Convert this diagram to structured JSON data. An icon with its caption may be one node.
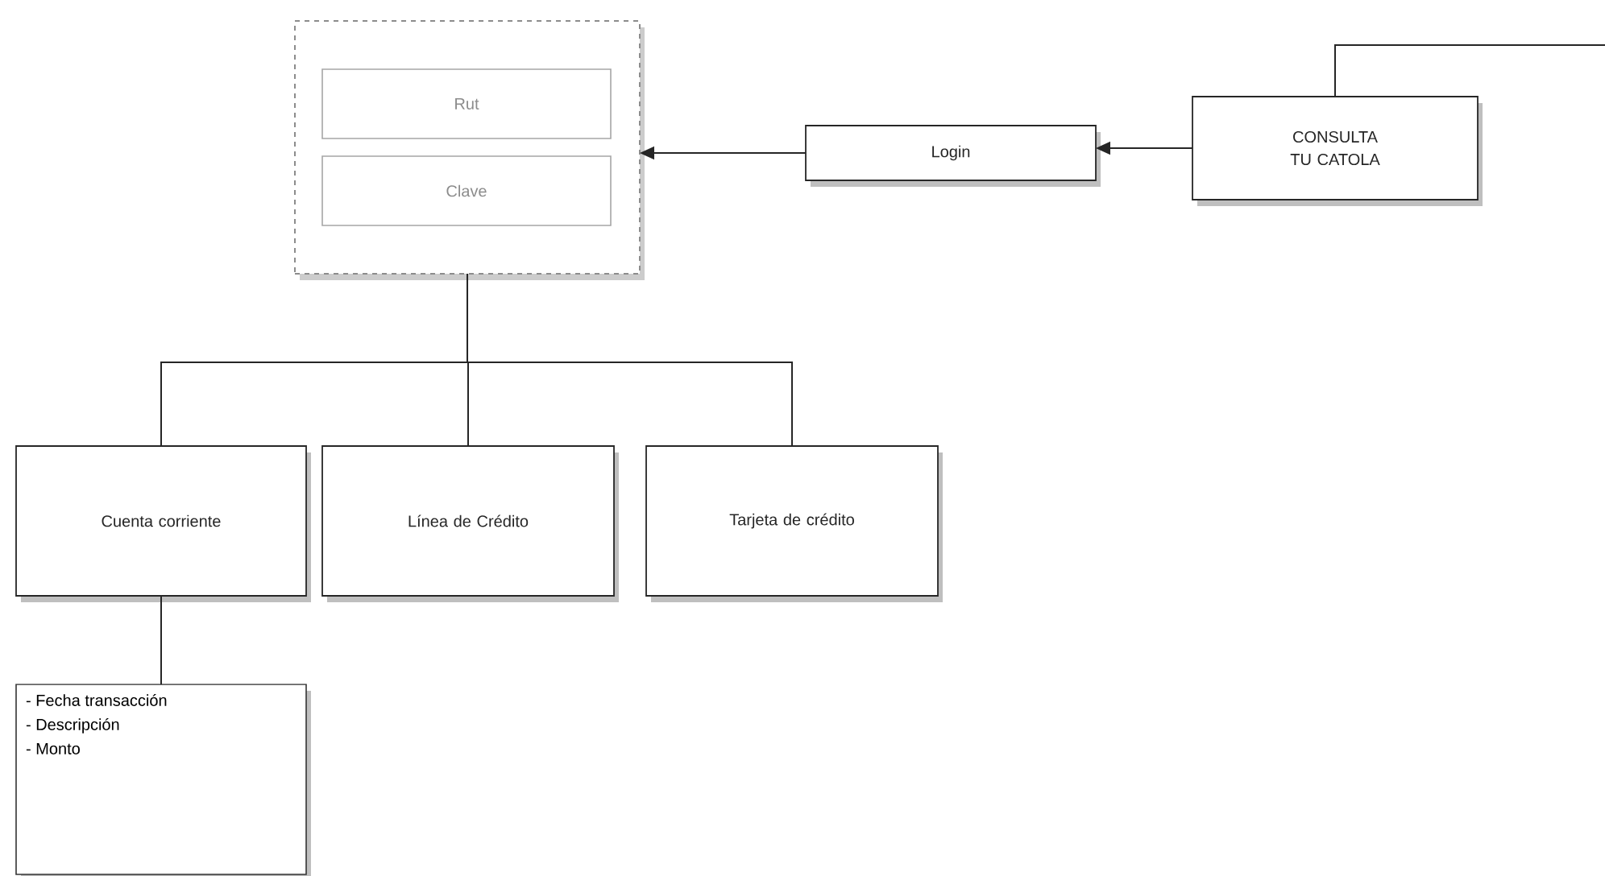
{
  "diagram": {
    "nodes": [
      {
        "text": [],
        "shape": "box"
      },
      {
        "text": [
          "Rut"
        ],
        "in": 0
      },
      {
        "text": [
          "Clave"
        ],
        "in": 0
      },
      {
        "text": [
          "Login"
        ]
      },
      {
        "text": [
          "CONSULTA TU CATOLA"
        ]
      },
      {
        "text": [
          "Cuenta corriente"
        ]
      },
      {
        "text": [
          "Línea de Crédito"
        ]
      },
      {
        "text": [
          "Tarjeta de crédito"
        ]
      },
      {
        "text": [
          "- Fecha transacción",
          "- Descripción",
          "- Monto"
        ]
      }
    ],
    "edges": [
      {
        "from": 4,
        "to": null,
        "arrow": "none"
      },
      {
        "from": 4,
        "to": 3,
        "arrow": "to"
      },
      {
        "from": 3,
        "to": 0,
        "arrow": "to"
      },
      {
        "from": 0,
        "to": 5,
        "arrow": "none"
      },
      {
        "from": 0,
        "to": 6,
        "arrow": "none"
      },
      {
        "from": 0,
        "to": 7,
        "arrow": "none"
      },
      {
        "from": 5,
        "to": 8,
        "arrow": "none"
      }
    ]
  }
}
